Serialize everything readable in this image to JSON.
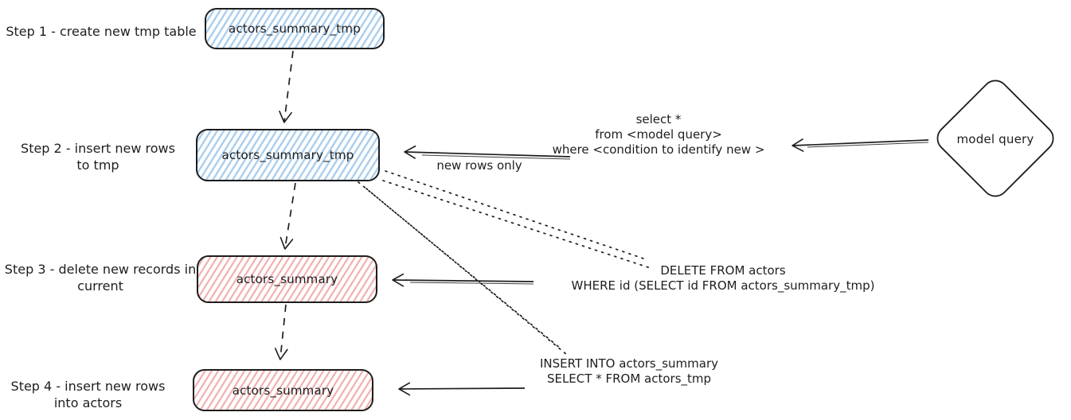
{
  "diagram": {
    "steps": [
      {
        "label": [
          "Step 1 - create new tmp table",
          ""
        ],
        "box_label": "actors_summary_tmp",
        "box_color": "blue"
      },
      {
        "label": [
          "Step 2 - insert new rows",
          "to tmp"
        ],
        "box_label": "actors_summary_tmp",
        "box_color": "blue"
      },
      {
        "label": [
          "Step 3 - delete new records in",
          "current"
        ],
        "box_label": "actors_summary",
        "box_color": "red"
      },
      {
        "label": [
          "Step 4 - insert new rows",
          "into actors"
        ],
        "box_label": "actors_summary",
        "box_color": "red"
      }
    ],
    "model_query_label": "model query",
    "select_query": [
      "select *",
      "from <model query>",
      "where <condition to identify new >"
    ],
    "new_rows_label": "new rows only",
    "delete_query": [
      "DELETE FROM actors",
      "WHERE id (SELECT id FROM actors_summary_tmp)"
    ],
    "insert_query": [
      "INSERT INTO actors_summary",
      "SELECT * FROM actors_tmp"
    ],
    "colors": {
      "stroke": "#1e1e1e",
      "blue_hatch": "#a9cdec",
      "red_hatch": "#f1afaf",
      "background": "#ffffff"
    }
  }
}
